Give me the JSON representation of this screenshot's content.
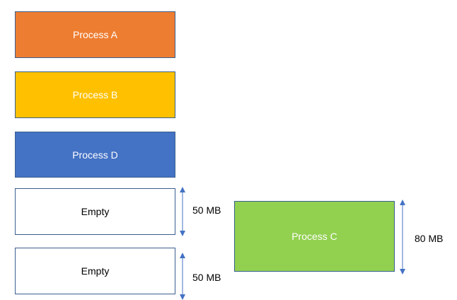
{
  "memory_blocks": [
    {
      "label": "Process A",
      "color": "#ed7d31"
    },
    {
      "label": "Process B",
      "color": "#ffc000"
    },
    {
      "label": "Process D",
      "color": "#4472c4"
    },
    {
      "label": "Empty",
      "color": "#ffffff",
      "size": "50 MB"
    },
    {
      "label": "Empty",
      "color": "#ffffff",
      "size": "50 MB"
    }
  ],
  "incoming_process": {
    "label": "Process C",
    "color": "#92d050",
    "size": "80 MB"
  },
  "colors": {
    "border": "#3a5f8f",
    "arrow": "#4472c4"
  }
}
